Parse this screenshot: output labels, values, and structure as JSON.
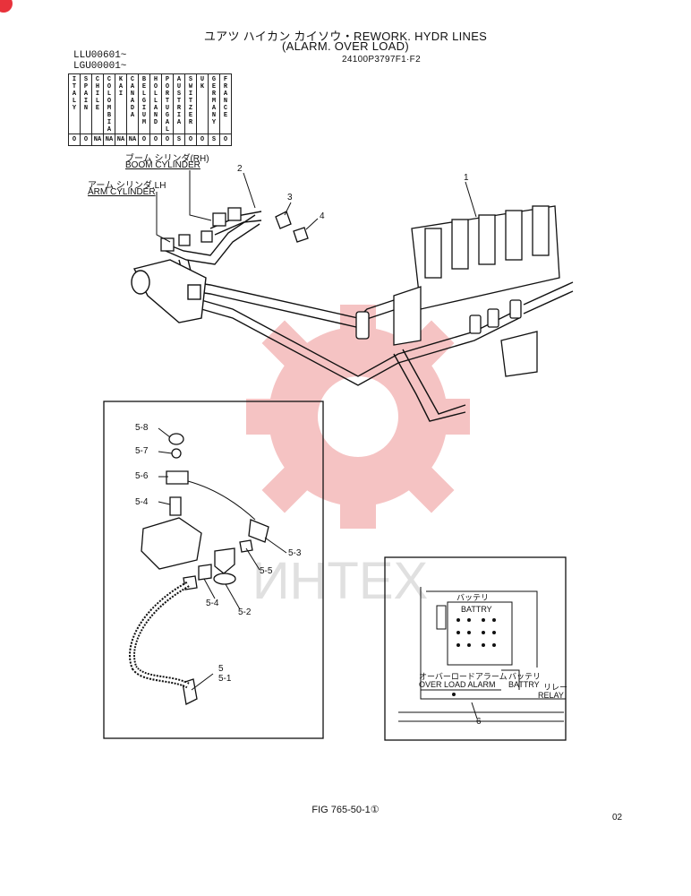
{
  "header": {
    "title_line1": "ユアツ ハイカン カイソウ・REWORK. HYDR LINES",
    "title_line2": "(ALARM. OVER LOAD)",
    "part_number": "24100P3797F1·F2",
    "serial_1": "LLU00601~",
    "serial_2": "LGU00001~"
  },
  "countries": [
    {
      "name": "ITALY",
      "code": "O"
    },
    {
      "name": "SPAIN",
      "code": "O"
    },
    {
      "name": "CHILE",
      "code": "NA"
    },
    {
      "name": "COLOMBIA",
      "code": "NA"
    },
    {
      "name": "KAI",
      "code": "NA"
    },
    {
      "name": "CANADA",
      "code": "NA"
    },
    {
      "name": "BELGIUM",
      "code": "O"
    },
    {
      "name": "HOLLAND",
      "code": "O"
    },
    {
      "name": "PORTUGAL",
      "code": "O"
    },
    {
      "name": "AUSTRIA",
      "code": "S"
    },
    {
      "name": "SWITZER",
      "code": "O"
    },
    {
      "name": "UK",
      "code": "O"
    },
    {
      "name": "GERMANY",
      "code": "S"
    },
    {
      "name": "FRANCE",
      "code": "O"
    }
  ],
  "labels": {
    "boom_jp": "ブーム シリンダ(RH)",
    "boom_en": "BOOM CYLINDER",
    "arm_jp": "アーム シリンダ.LH",
    "arm_en": "ARM CYLINDER",
    "part_1": "1",
    "part_2": "2",
    "part_3": "3",
    "part_4": "4",
    "part_5_8": "5-8",
    "part_5_7": "5-7",
    "part_5_6": "5-6",
    "part_5_4a": "5-4",
    "part_5_3": "5-3",
    "part_5_5": "5-5",
    "part_5_4b": "5-4",
    "part_5_2": "5-2",
    "part_5": "5",
    "part_5_1": "5-1",
    "part_6": "6",
    "battery_jp": "バッテリ",
    "battery_en": "BATTRY",
    "overload_jp": "オーバーロードアラーム",
    "overload_en": "OVER LOAD ALARM",
    "battery2_jp": "バッテリ",
    "battery2_en": "BATTRY",
    "relay_jp": "リレー",
    "relay_en": "RELAY"
  },
  "footer": {
    "figure": "FIG 765-50-1①",
    "page": "02"
  },
  "watermark": {
    "text": "ИНТЕХ",
    "color": "#f4b9b9"
  }
}
